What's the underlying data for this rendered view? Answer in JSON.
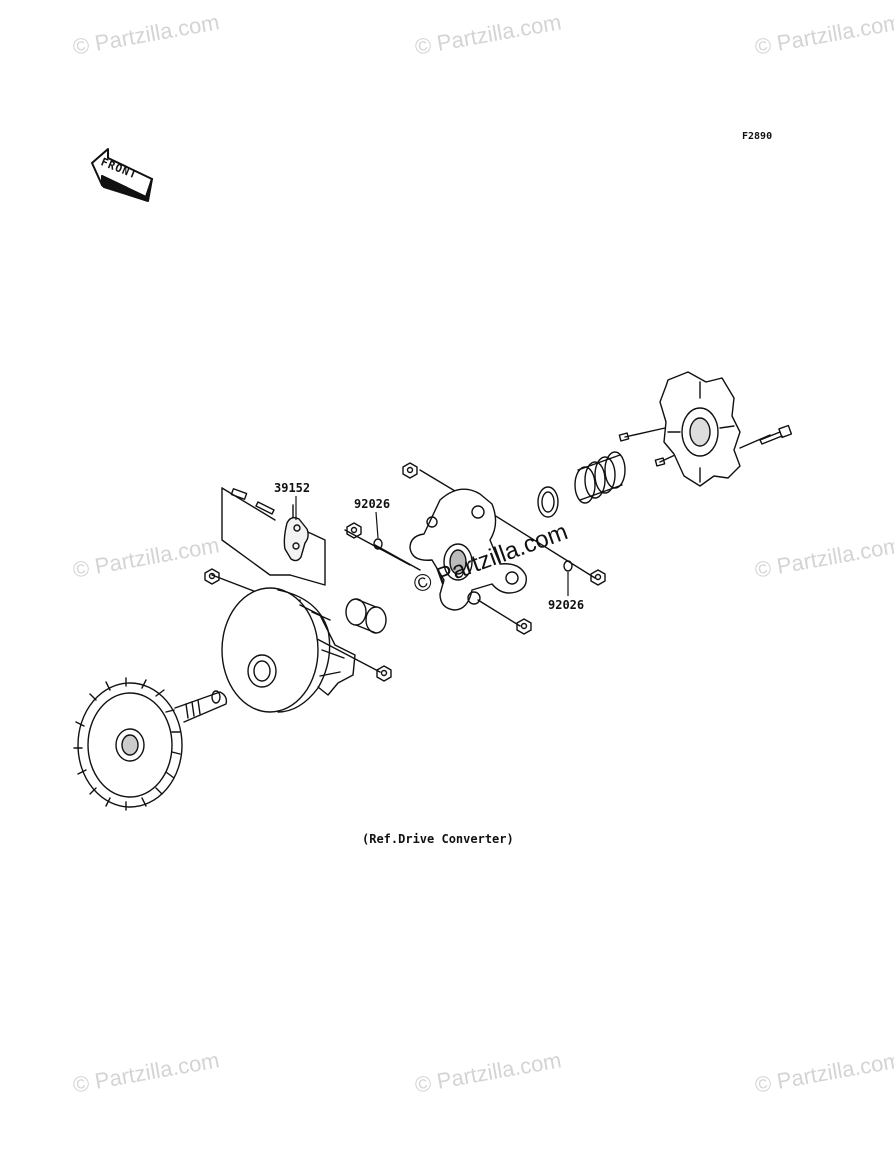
{
  "figure_code": "F2890",
  "front_label": "FRONT",
  "caption": "(Ref.Drive Converter)",
  "watermark": "© Partzilla.com",
  "center_watermark": "© Partzilla.com",
  "callouts": [
    {
      "part_number": "39152"
    },
    {
      "part_number": "92026"
    },
    {
      "part_number": "92026"
    }
  ]
}
